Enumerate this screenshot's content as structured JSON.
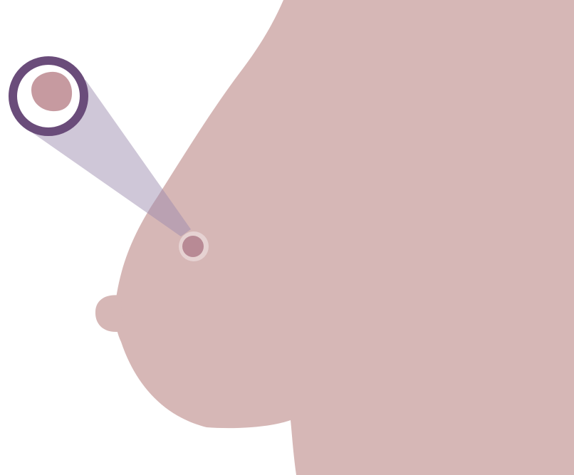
{
  "colors": {
    "background": "#ffffff",
    "skin": "#d6b7b6",
    "lump": "#b88a95",
    "lump_halo": "#e6d2d2",
    "magnifier_ring": "#6a4c7a",
    "magnifier_lump": "#c69aa0",
    "beam": "#9b8aad"
  },
  "icons": {
    "breast_profile": "breast-profile-silhouette",
    "nipple": "nipple-shape",
    "lump": "lump-circle",
    "magnifier": "magnifier-icon"
  }
}
